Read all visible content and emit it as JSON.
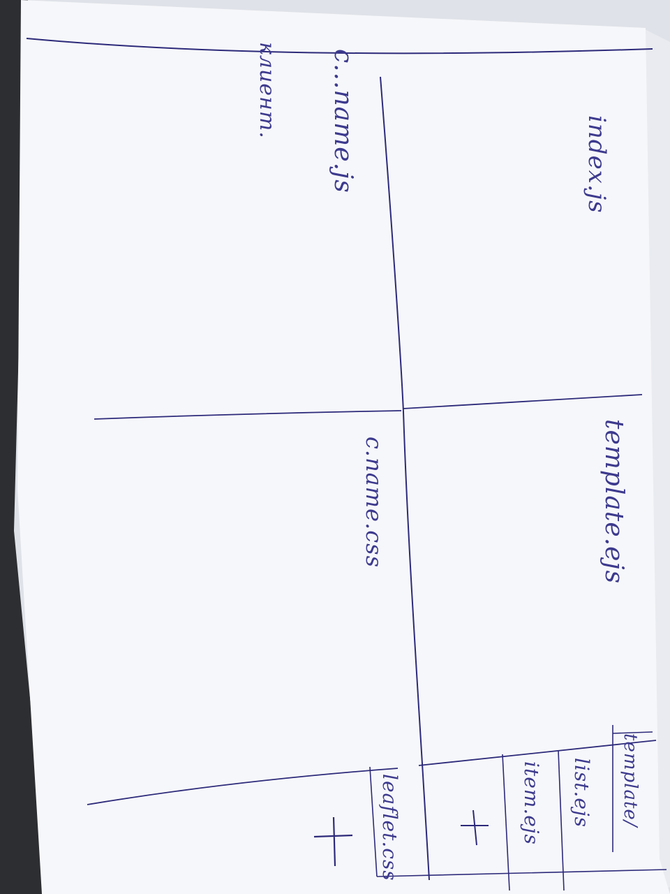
{
  "sheet": {
    "labels": {
      "index_js": "index.js",
      "template_ejs": "template.ejs",
      "c_name_js": "c...name.js",
      "klient": "клиент.",
      "c_name_css": "c.name.css",
      "template_dir": "template/",
      "list_ejs": "list.ejs",
      "item_ejs": "item.ejs",
      "leaflet_css": "leaflet.css"
    },
    "marks": {
      "plus_1": "+",
      "plus_2": "+"
    }
  },
  "colors": {
    "ink": "#3d3a8e",
    "paper": "#f7f8fb",
    "background": "#3a3c3f"
  }
}
